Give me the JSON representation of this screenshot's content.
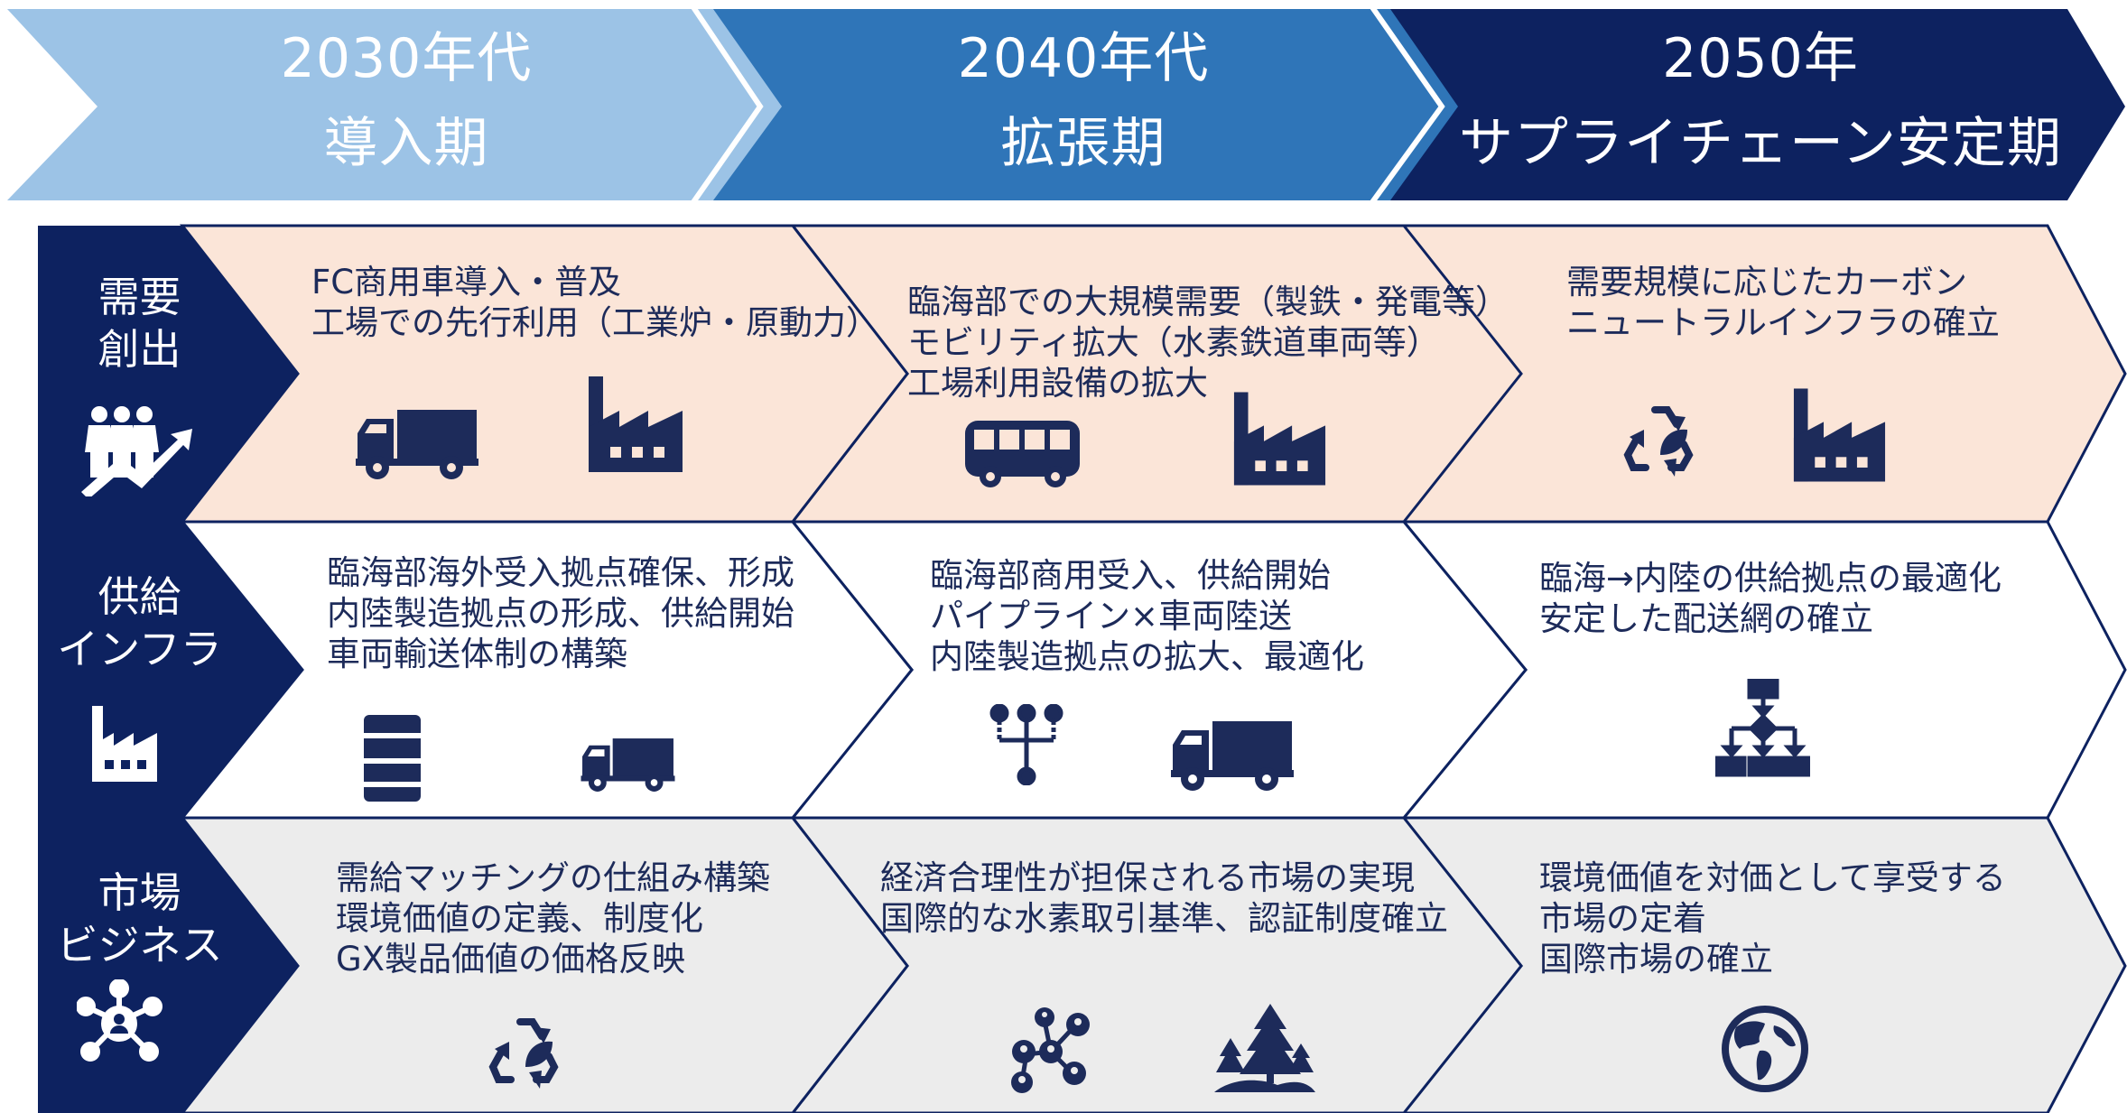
{
  "colors": {
    "navy": "#0d2260",
    "phase1": "#9cc3e6",
    "phase2": "#2f75b8",
    "phase3": "#0d2260",
    "row_demand_bg": "#fbe5d8",
    "row_supply_bg": "#ffffff",
    "row_market_bg": "#ececec",
    "icon_navy": "#1d2b5a"
  },
  "phases": [
    {
      "year": "2030年代",
      "name": "導入期"
    },
    {
      "year": "2040年代",
      "name": "拡張期"
    },
    {
      "year": "2050年",
      "name": "サプライチェーン安定期"
    }
  ],
  "rows": [
    {
      "label_line1": "需要",
      "label_line2": "創出",
      "label_icon": "people-growth-arrow-icon",
      "cells": [
        {
          "lines": [
            "FC商用車導入・普及",
            "工場での先行利用（工業炉・原動力）"
          ],
          "icons": [
            "truck-icon",
            "factory-icon"
          ]
        },
        {
          "lines": [
            "臨海部での大規模需要（製鉄・発電等）",
            "モビリティ拡大（水素鉄道車両等）",
            "工場利用設備の拡大"
          ],
          "icons": [
            "bus-icon",
            "factory-icon"
          ]
        },
        {
          "lines": [
            "需要規模に応じたカーボン",
            "ニュートラルインフラの確立"
          ],
          "icons": [
            "recycle-leaf-icon",
            "factory-icon"
          ]
        }
      ]
    },
    {
      "label_line1": "供給",
      "label_line2": "インフラ",
      "label_icon": "factory-icon",
      "cells": [
        {
          "lines": [
            "臨海部海外受入拠点確保、形成",
            "内陸製造拠点の形成、供給開始",
            "車両輸送体制の構築"
          ],
          "icons": [
            "oil-drum-icon",
            "truck-icon"
          ]
        },
        {
          "lines": [
            "臨海部商用受入、供給開始",
            "パイプライン×車両陸送",
            "内陸製造拠点の拡大、最適化"
          ],
          "icons": [
            "pipeline-branch-icon",
            "truck-icon"
          ]
        },
        {
          "lines": [
            "臨海→内陸の供給拠点の最適化",
            "安定した配送網の確立"
          ],
          "icons": [
            "flowchart-icon"
          ]
        }
      ]
    },
    {
      "label_line1": "市場",
      "label_line2": "ビジネス",
      "label_icon": "network-hub-icon",
      "cells": [
        {
          "lines": [
            "需給マッチングの仕組み構築",
            "環境価値の定義、制度化",
            "GX製品価値の価格反映"
          ],
          "icons": [
            "recycle-leaf-icon"
          ]
        },
        {
          "lines": [
            "経済合理性が担保される市場の実現",
            "国際的な水素取引基準、認証制度確立"
          ],
          "icons": [
            "people-network-icon",
            "forest-icon"
          ]
        },
        {
          "lines": [
            "環境価値を対価として享受する",
            "市場の定着",
            "国際市場の確立"
          ],
          "icons": [
            "globe-icon"
          ]
        }
      ]
    }
  ]
}
